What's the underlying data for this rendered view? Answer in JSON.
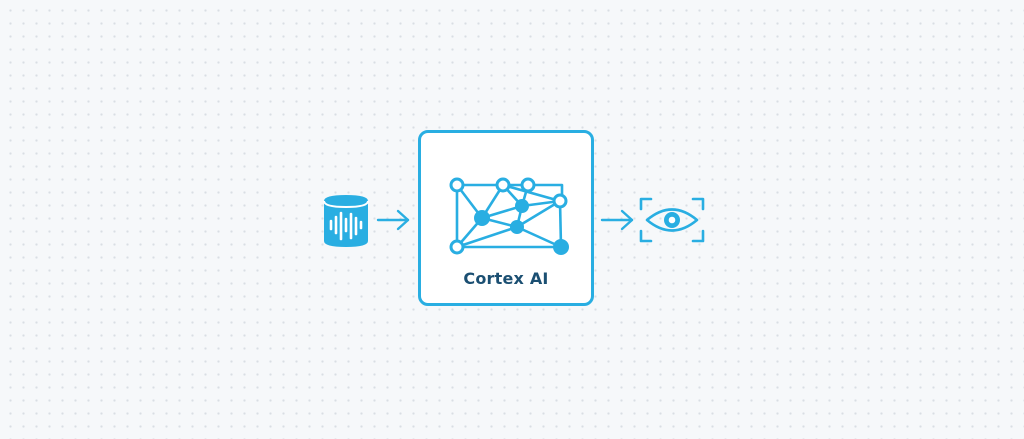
{
  "diagram": {
    "center_label": "Cortex AI",
    "nodes": [
      {
        "role": "source",
        "icon": "audio-database-icon"
      },
      {
        "role": "processor",
        "icon": "neural-network-icon"
      },
      {
        "role": "output",
        "icon": "eye-scan-icon"
      }
    ],
    "edges": [
      {
        "from": "source",
        "to": "processor"
      },
      {
        "from": "processor",
        "to": "output"
      }
    ]
  },
  "colors": {
    "accent": "#29aee2",
    "label": "#1b4f72",
    "background": "#f6f8fa",
    "dots": "#d9dee4"
  }
}
